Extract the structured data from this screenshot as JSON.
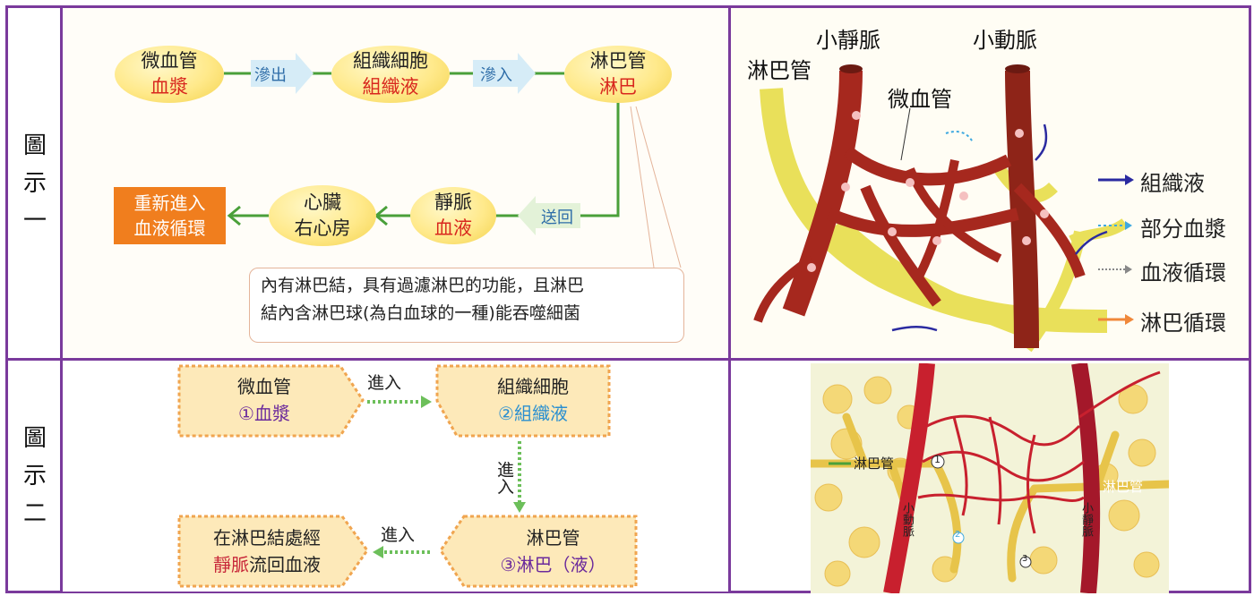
{
  "row_labels": {
    "row1": [
      "圖",
      "示",
      "一"
    ],
    "row2": [
      "圖",
      "示",
      "二"
    ]
  },
  "fig1_flow": {
    "capillary": {
      "title": "微血管",
      "sub": "血漿"
    },
    "exude": "滲出",
    "tissue": {
      "title": "組織細胞",
      "sub": "組織液"
    },
    "enter": "滲入",
    "lymph": {
      "title": "淋巴管",
      "sub": "淋巴"
    },
    "return": "送回",
    "vein": {
      "title": "靜脈",
      "sub": "血液"
    },
    "heart": {
      "title": "心臟",
      "sub": "右心房"
    },
    "reenter": {
      "line1": "重新進入",
      "line2": "血液循環"
    },
    "note_line1": "內有淋巴結，具有過濾淋巴的功能，且淋巴",
    "note_line2": "結內含淋巴球(為白血球的一種)能吞噬細菌"
  },
  "fig1_illustration": {
    "lymph_vessel": "淋巴管",
    "small_vein": "小靜脈",
    "small_artery": "小動脈",
    "capillary": "微血管",
    "legend": [
      {
        "label": "組織液",
        "color": "#2a2aa0"
      },
      {
        "label": "部分血漿",
        "color": "#3fa9e0"
      },
      {
        "label": "血液循環",
        "color": "#888888"
      },
      {
        "label": "淋巴循環",
        "color": "#f0883a"
      }
    ]
  },
  "fig2_flow": {
    "box1": {
      "title": "微血管",
      "sub": "①血漿"
    },
    "arrow1": "進入",
    "box2": {
      "title": "組織細胞",
      "sub": "②組織液"
    },
    "arrow2": "進入",
    "box3": {
      "title": "淋巴管",
      "sub": "③淋巴（液）"
    },
    "arrow3": "進入",
    "box4": {
      "line1": "在淋巴結處經",
      "line2a": "靜脈",
      "line2b": "流回血液"
    }
  },
  "fig2_illustration": {
    "lymph_left": "淋巴管",
    "lymph_right": "淋巴管",
    "artery_label": "小動脈",
    "vein_label": "小靜脈",
    "marker1": "1",
    "marker2": "2",
    "marker3": "3"
  },
  "colors": {
    "border": "#7a3a9c",
    "flow_line": "#4aa03a",
    "red_text": "#d8281e",
    "orange_box": "#f07e1e"
  }
}
